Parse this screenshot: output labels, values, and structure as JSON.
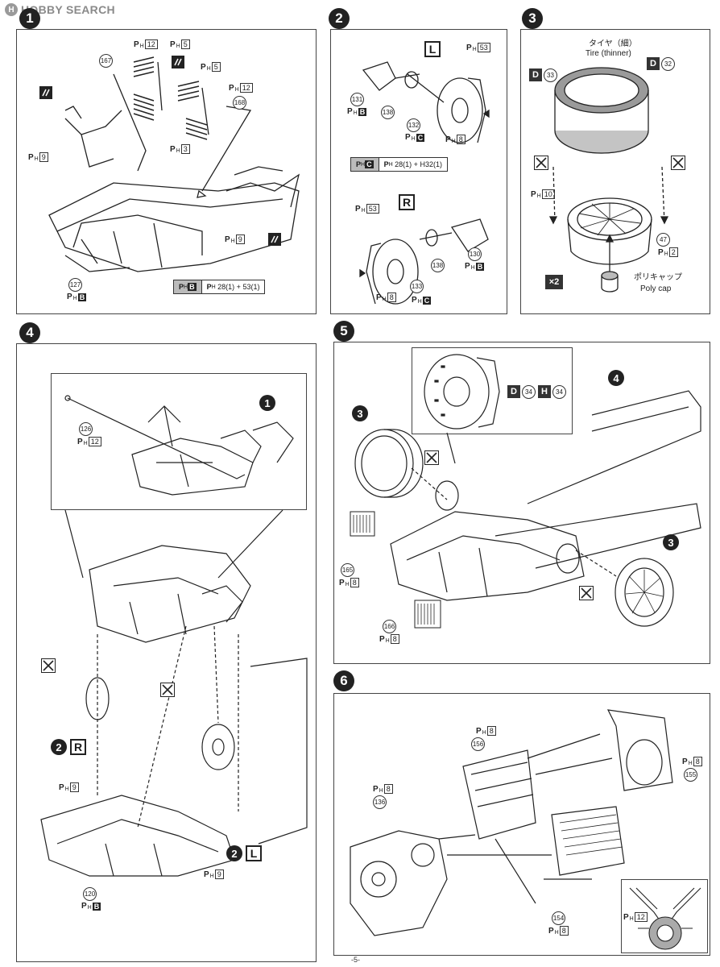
{
  "site": {
    "logo_mark": "H",
    "logo_text": "HOBBY SEARCH"
  },
  "steps": [
    {
      "number": "1"
    },
    {
      "number": "2"
    },
    {
      "number": "3"
    },
    {
      "number": "4"
    },
    {
      "number": "5"
    },
    {
      "number": "6"
    }
  ],
  "step1": {
    "parts": {
      "p167": "167",
      "p168": "168",
      "p127": "127"
    },
    "runners": {
      "ph12": "12",
      "ph5a": "5",
      "ph5b": "5",
      "ph12b": "12",
      "ph9a": "9",
      "ph3": "3",
      "ph9b": "9",
      "ph_b": "B"
    },
    "table": {
      "col1_runner": "B",
      "col2": "28(1) + 53(1)"
    }
  },
  "step2": {
    "letter_l": "L",
    "letter_r": "R",
    "parts": {
      "p131": "131",
      "p138": "138",
      "p132": "132",
      "p138b": "138",
      "p130": "130",
      "p133": "133"
    },
    "runners": {
      "ph53": "53",
      "ph_b": "B",
      "ph_c": "C",
      "ph8": "8",
      "ph53b": "53",
      "ph8b": "8",
      "ph_b2": "B",
      "ph_c2": "C"
    },
    "table": {
      "col1_runner": "C",
      "col2": "28(1) + H32(1)"
    }
  },
  "step3": {
    "tire_jp": "タイヤ（細）",
    "tire_en": "Tire (thinner)",
    "d33": "33",
    "d32": "32",
    "ph10": "10",
    "p47": "47",
    "ph2": "2",
    "cap_jp": "ポリキャップ",
    "cap_en": "Poly cap",
    "times": "×2"
  },
  "step4": {
    "p126": "126",
    "ph12": "12",
    "mini1": "1",
    "mini2r": "2",
    "letter_r": "R",
    "mini2l": "2",
    "letter_l": "L",
    "ph9a": "9",
    "ph9b": "9",
    "p120": "120",
    "ph_b": "B"
  },
  "step5": {
    "mini3a": "3",
    "mini4": "4",
    "mini3b": "3",
    "d34": "34",
    "h34": "34",
    "p165": "165",
    "ph8a": "8",
    "p166": "166",
    "ph8b": "8"
  },
  "step6": {
    "p156": "156",
    "ph8a": "8",
    "p136": "136",
    "ph8b": "8",
    "p155": "155",
    "ph8c": "8",
    "p154": "154",
    "ph8d": "8",
    "ph12": "12"
  },
  "footer": {
    "page": "-5-"
  }
}
